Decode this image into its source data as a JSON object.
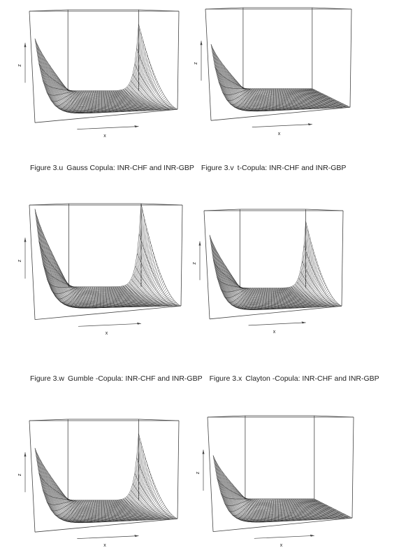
{
  "captions": [
    {
      "left": {
        "number": "Figure 3.u",
        "text": "Gauss Copula: INR-CHF and INR-GBP"
      },
      "right": {
        "number": "Figure 3.v",
        "text": "t-Copula: INR-CHF and INR-GBP"
      }
    },
    {
      "left": {
        "number": "Figure 3.w",
        "text": "Gumble -Copula: INR-CHF and INR-GBP"
      },
      "right": {
        "number": "Figure 3.x",
        "text": "Clayton -Copula: INR-CHF and INR-GBP"
      }
    }
  ],
  "plots": [
    {
      "id": "gauss",
      "x_label": "x",
      "z_label": "z",
      "surface": "two-sided"
    },
    {
      "id": "t",
      "x_label": "x",
      "z_label": "z",
      "surface": "corner"
    },
    {
      "id": "gumbel",
      "x_label": "x",
      "z_label": "z",
      "surface": "two-sided-high"
    },
    {
      "id": "clayton",
      "x_label": "x",
      "z_label": "z",
      "surface": "two-sided"
    },
    {
      "id": "p5",
      "x_label": "x",
      "z_label": "z",
      "surface": "two-sided"
    },
    {
      "id": "p6",
      "x_label": "x",
      "z_label": "z",
      "surface": "corner"
    }
  ]
}
